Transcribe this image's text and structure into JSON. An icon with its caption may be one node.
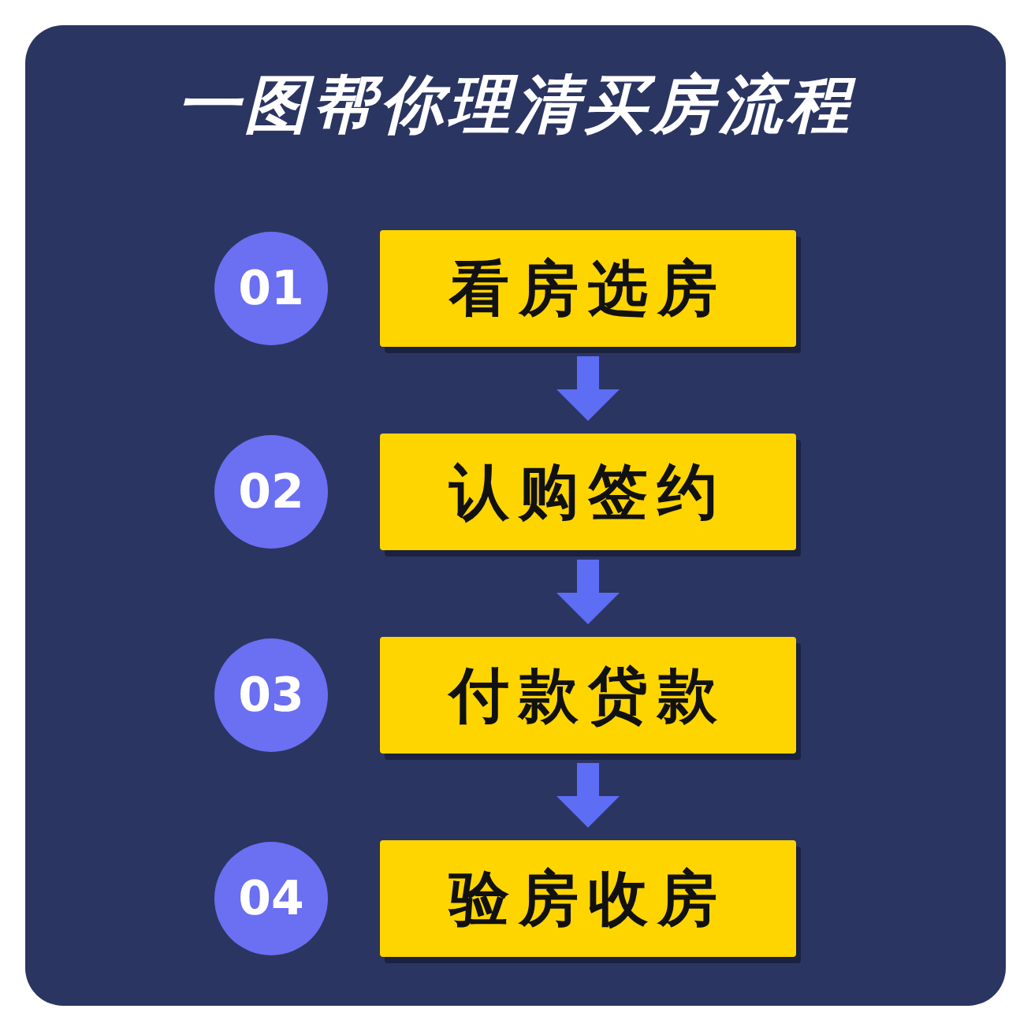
{
  "diagram": {
    "title": "一图帮你理清买房流程",
    "nodes": [
      {
        "text": [
          "01"
        ]
      },
      {
        "text": [
          "看房选房"
        ]
      },
      {
        "text": [
          "02"
        ]
      },
      {
        "text": [
          "认购签约"
        ]
      },
      {
        "text": [
          "03"
        ]
      },
      {
        "text": [
          "付款贷款"
        ]
      },
      {
        "text": [
          "04"
        ]
      },
      {
        "text": [
          "验房收房"
        ]
      }
    ],
    "edges": [
      {
        "from": 1,
        "to": 3,
        "arrow": "to"
      },
      {
        "from": 3,
        "to": 5,
        "arrow": "to"
      },
      {
        "from": 5,
        "to": 7,
        "arrow": "to"
      }
    ]
  }
}
